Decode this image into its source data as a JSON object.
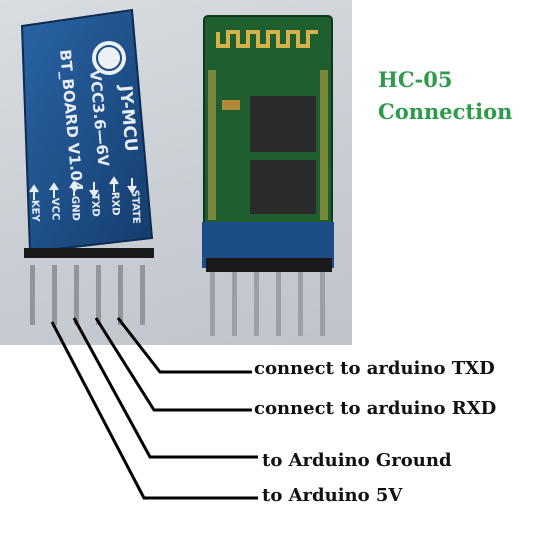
{
  "title": {
    "line1": "HC-05",
    "line2": "Connection"
  },
  "board": {
    "brand": "JY-MCU",
    "voltage": "VCC3.6—6V",
    "version": "BT_BOARD V1.04",
    "pins": [
      "STATE",
      "RXD",
      "TXD",
      "GND",
      "VCC",
      "KEY"
    ]
  },
  "labels": {
    "txd": "connect to arduino TXD",
    "rxd": "connect to arduino RXD",
    "gnd": "to Arduino Ground",
    "vcc": "to Arduino 5V"
  },
  "colors": {
    "title": "#2e9b4a",
    "board_blue": "#1c4d86",
    "module_green": "#1f5e2e",
    "text": "#111111"
  }
}
